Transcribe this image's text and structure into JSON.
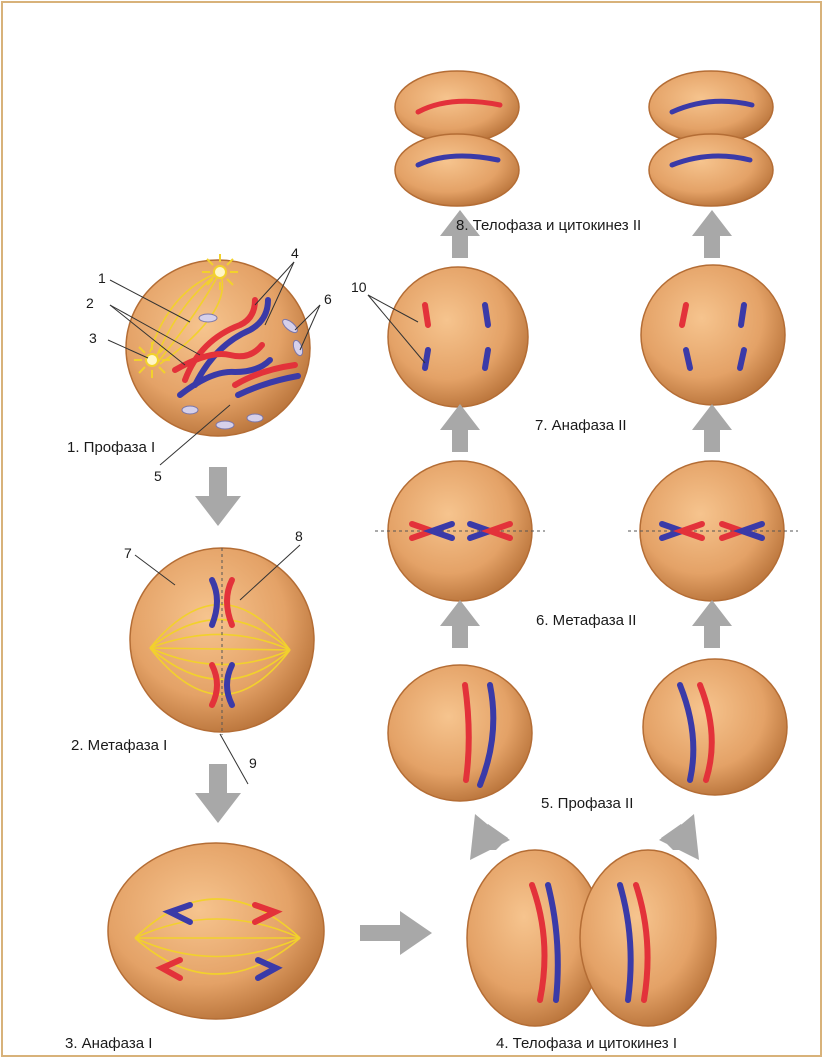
{
  "stages": {
    "s1": "1. Профаза I",
    "s2": "2. Метафаза I",
    "s3": "3. Анафаза I",
    "s4": "4. Телофаза и цитокинез I",
    "s5": "5. Профаза II",
    "s6": "6. Метафаза II",
    "s7": "7. Анафаза II",
    "s8": "8. Телофаза и цитокинез II"
  },
  "callouts": [
    "1",
    "2",
    "3",
    "4",
    "5",
    "6",
    "7",
    "8",
    "9",
    "10"
  ],
  "colors": {
    "frame": "#d8b27a",
    "cell_fill": "#e3a168",
    "cell_edge": "#b46d35",
    "spindle": "#f2d12c",
    "chrom_red": "#e3323a",
    "chrom_blue": "#3a3aa8",
    "arrow": "#a8a8a8"
  }
}
